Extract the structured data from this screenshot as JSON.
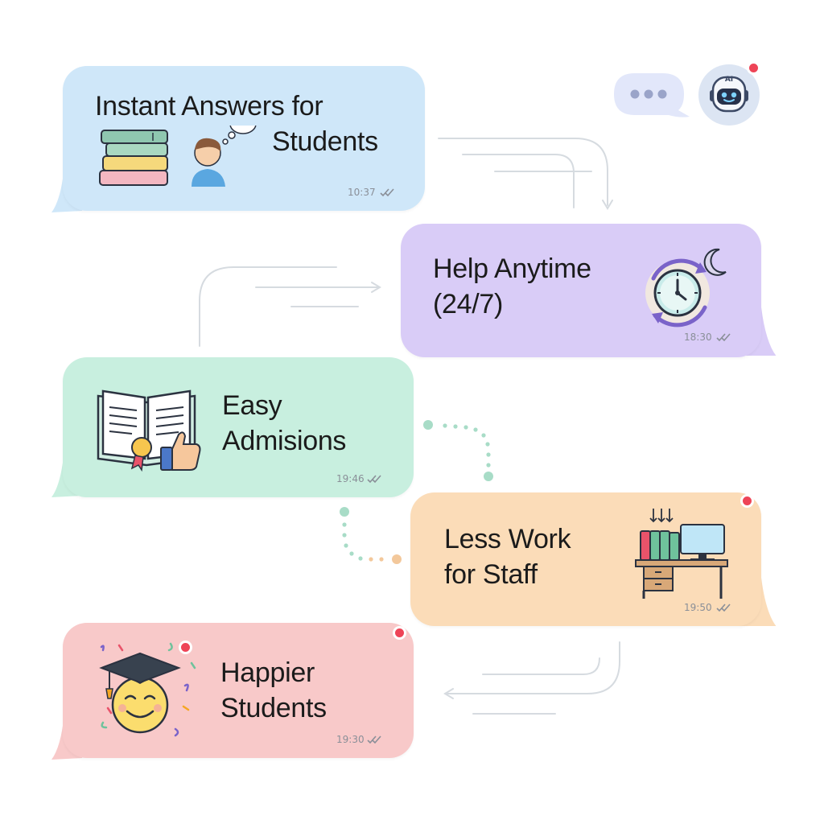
{
  "colors": {
    "blue": "#cfe7f9",
    "purple": "#d9ccf7",
    "green": "#c8efdf",
    "orange": "#fbdcb8",
    "pink": "#f8c9c9",
    "notification": "#ee4457",
    "typing": "#e2e7fa",
    "connector": "#d2d8de",
    "dot_green": "#a5dcc5",
    "dot_orange": "#f1c79a"
  },
  "assistant": {
    "avatar_label": "AI",
    "avatar_icon": "robot-icon",
    "typing_icon": "typing-dots-icon"
  },
  "messages": [
    {
      "id": "instant",
      "title_lines": [
        "Instant Answers for",
        "Students"
      ],
      "time": "10:37",
      "icon": "student-books-icon"
    },
    {
      "id": "anytime",
      "title_lines": [
        "Help Anytime",
        "(24/7)"
      ],
      "time": "18:30",
      "icon": "clock-moon-icon"
    },
    {
      "id": "admissions",
      "title_lines": [
        "Easy",
        "Admisions"
      ],
      "time": "19:46",
      "icon": "book-thumbs-up-icon"
    },
    {
      "id": "staff",
      "title_lines": [
        "Less Work",
        "for Staff"
      ],
      "time": "19:50",
      "icon": "office-desk-icon"
    },
    {
      "id": "happier",
      "title_lines": [
        "Happier",
        "Students"
      ],
      "time": "19:30",
      "icon": "graduate-smile-icon"
    }
  ]
}
